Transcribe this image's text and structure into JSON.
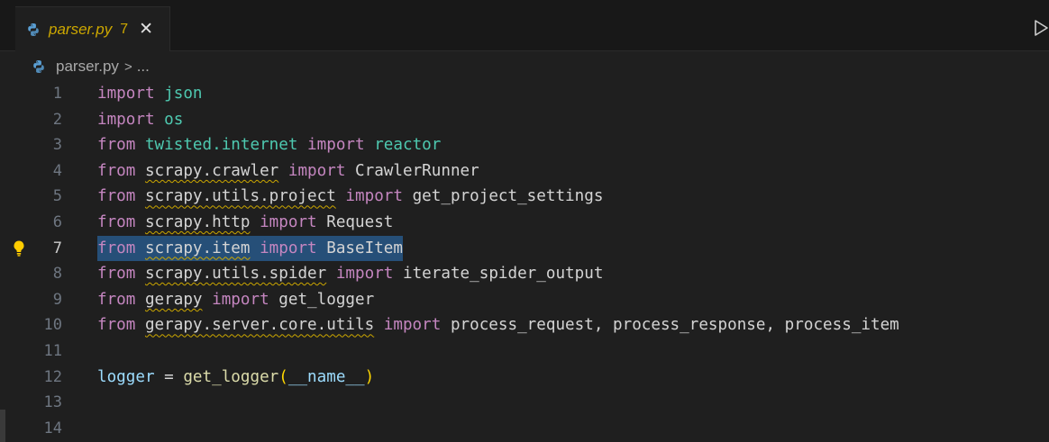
{
  "tab": {
    "filename": "parser.py",
    "problem_count": "7",
    "close_glyph": "✕"
  },
  "breadcrumb": {
    "file": "parser.py",
    "separator": ">",
    "more": "..."
  },
  "editor": {
    "lines": [
      {
        "num": "1",
        "t1": "import",
        "t2": "json"
      },
      {
        "num": "2",
        "t1": "import",
        "t2": "os"
      },
      {
        "num": "3",
        "t1": "from",
        "t2": "twisted.internet",
        "t3": "import",
        "t4": "reactor"
      },
      {
        "num": "4",
        "t1": "from",
        "t2": "scrapy.crawler",
        "t3": "import",
        "t4": "CrawlerRunner"
      },
      {
        "num": "5",
        "t1": "from",
        "t2": "scrapy.utils.project",
        "t3": "import",
        "t4": "get_project_settings"
      },
      {
        "num": "6",
        "t1": "from",
        "t2": "scrapy.http",
        "t3": "import",
        "t4": "Request"
      },
      {
        "num": "7",
        "t1": "from",
        "t2": "scrapy.item",
        "t3": "import",
        "t4": "BaseItem"
      },
      {
        "num": "8",
        "t1": "from",
        "t2": "scrapy.utils.spider",
        "t3": "import",
        "t4": "iterate_spider_output"
      },
      {
        "num": "9",
        "t1": "from",
        "t2": "gerapy",
        "t3": "import",
        "t4": "get_logger"
      },
      {
        "num": "10",
        "t1": "from",
        "t2": "gerapy.server.core.utils",
        "t3": "import",
        "t4": "process_request, process_response, process_item"
      },
      {
        "num": "11"
      },
      {
        "num": "12",
        "t1": "logger",
        "t2": "=",
        "t3": "get_logger",
        "t4": "(",
        "t5": "__name__",
        "t6": ")"
      },
      {
        "num": "13"
      },
      {
        "num": "14"
      }
    ]
  },
  "colors": {
    "keyword": "#c586c0",
    "module": "#4ec9b0",
    "function": "#dcdcaa",
    "variable": "#9cdcfe",
    "warning": "#cca700",
    "selection": "#264f78"
  },
  "icons": {
    "tab": "python-icon",
    "run": "run-icon",
    "lightbulb": "lightbulb-icon"
  }
}
